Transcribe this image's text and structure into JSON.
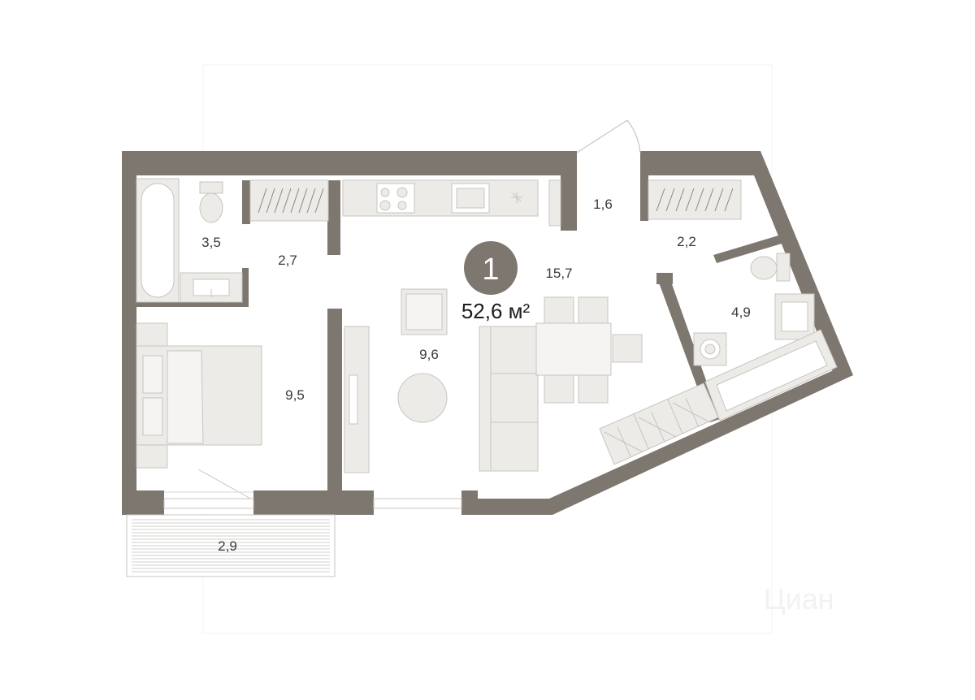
{
  "plan": {
    "rooms_count": "1",
    "total_area": "52,6 м²",
    "rooms": [
      {
        "key": "bath_left",
        "area": "3,5"
      },
      {
        "key": "corridor_left",
        "area": "2,7"
      },
      {
        "key": "bedroom",
        "area": "9,5"
      },
      {
        "key": "living_zone",
        "area": "9,6"
      },
      {
        "key": "kitchen_living",
        "area": "15,7"
      },
      {
        "key": "vestibule",
        "area": "1,6"
      },
      {
        "key": "hall_right",
        "area": "2,2"
      },
      {
        "key": "bath_right",
        "area": "4,9"
      },
      {
        "key": "balcony",
        "area": "2,9"
      }
    ],
    "watermark": "Циан"
  },
  "colors": {
    "wall": "#7d776f",
    "furniture_fill": "#ecebe8",
    "furniture_stroke": "#c7c5c0",
    "badge": "#7d776f",
    "label": "#3a3a38"
  }
}
